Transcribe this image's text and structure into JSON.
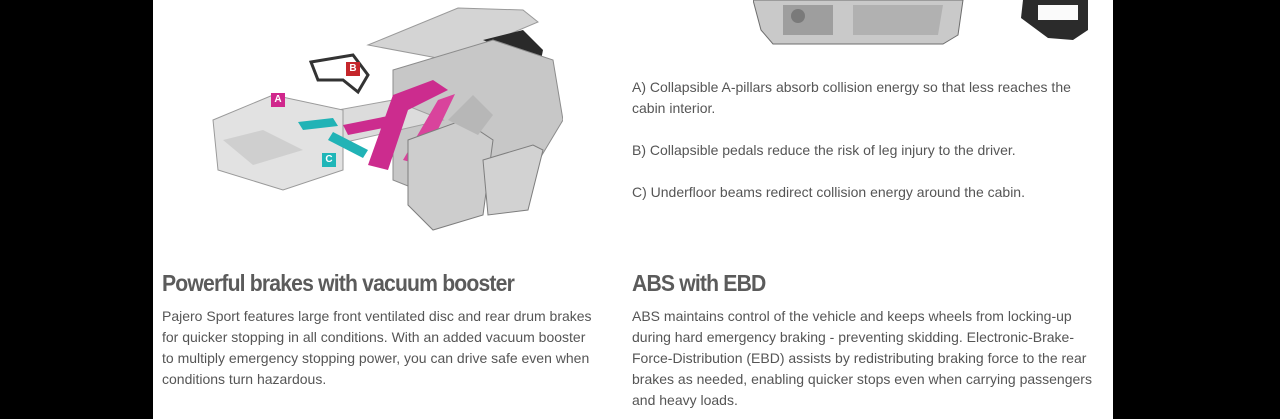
{
  "illustrations": {
    "car_markers": [
      "A",
      "B",
      "C"
    ]
  },
  "collapsible_points": [
    "A) Collapsible A-pillars absorb collision energy so that less reaches the cabin interior.",
    "B) Collapsible pedals reduce the risk of leg injury to the driver.",
    "C) Underfloor beams redirect collision energy around the cabin."
  ],
  "brakes": {
    "title": "Powerful brakes with vacuum booster",
    "text": "Pajero Sport features large front ventilated disc and rear drum brakes for quicker stopping in all conditions. With an added vacuum booster to multiply emergency stopping power, you can drive safe even when conditions turn hazardous."
  },
  "abs": {
    "title": "ABS with EBD",
    "text": "ABS maintains control of the vehicle and keeps wheels from locking-up during hard emergency braking - preventing skidding. Electronic-Brake-Force-Distribution (EBD) assists by redistributing braking force to the rear brakes as needed, enabling quicker stops even when carrying passengers and heavy loads."
  },
  "colors": {
    "marker_a": "#d0278c",
    "marker_b": "#c5262b",
    "marker_c": "#1fb6b8",
    "heading": "#5b5b5b",
    "body_text": "#555555"
  }
}
